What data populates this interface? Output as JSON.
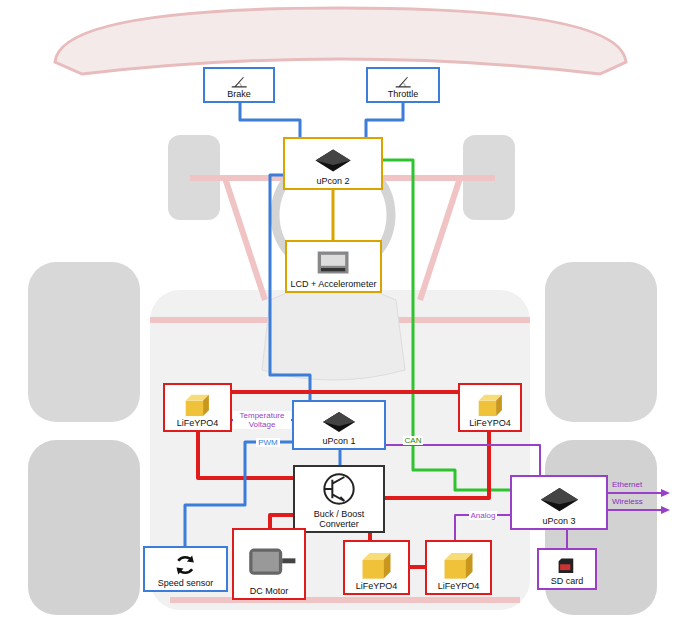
{
  "diagram": {
    "nodes": [
      {
        "text": [
          "Brake"
        ]
      },
      {
        "text": [
          "Throttle"
        ]
      },
      {
        "text": [
          "uPcon 2"
        ]
      },
      {
        "text": [
          "LCD + Accelerometer"
        ]
      },
      {
        "text": [
          "LiFeYPO4"
        ]
      },
      {
        "text": [
          "LiFeYPO4"
        ]
      },
      {
        "text": [
          "uPcon 1"
        ]
      },
      {
        "text": [
          "Buck / Boost Converter"
        ]
      },
      {
        "text": [
          "uPcon 3"
        ]
      },
      {
        "text": [
          "Speed sensor"
        ]
      },
      {
        "text": [
          "DC Motor"
        ]
      },
      {
        "text": [
          "LiFeYPO4"
        ]
      },
      {
        "text": [
          "LiFeYPO4"
        ]
      },
      {
        "text": [
          "SD card"
        ]
      }
    ],
    "edges": [
      {
        "from": 0,
        "to": 2,
        "arrow": "none"
      },
      {
        "from": 1,
        "to": 2,
        "arrow": "none"
      },
      {
        "from": 2,
        "to": 3,
        "arrow": "none"
      },
      {
        "from": 2,
        "to": 6,
        "arrow": "none"
      },
      {
        "from": 2,
        "to": 8,
        "label": "CAN",
        "arrow": "none"
      },
      {
        "from": 4,
        "to": 5,
        "arrow": "none"
      },
      {
        "from": 4,
        "to": 7,
        "arrow": "none"
      },
      {
        "from": 5,
        "to": 7,
        "arrow": "none"
      },
      {
        "from": 7,
        "to": 10,
        "arrow": "none"
      },
      {
        "from": 7,
        "to": 11,
        "arrow": "none"
      },
      {
        "from": 11,
        "to": 12,
        "arrow": "none"
      },
      {
        "from": 4,
        "to": 6,
        "label": "Temperature Voltage",
        "arrow": "none"
      },
      {
        "from": 6,
        "to": 7,
        "arrow": "none"
      },
      {
        "from": 6,
        "to": 9,
        "label": "PWM",
        "arrow": "none"
      },
      {
        "from": 6,
        "to": 8,
        "arrow": "none"
      },
      {
        "from": 12,
        "to": 8,
        "label": "Analog",
        "arrow": "none"
      },
      {
        "from": 8,
        "to": 13,
        "arrow": "none"
      }
    ],
    "labels": [
      "Ethernet",
      "Wireless"
    ]
  }
}
